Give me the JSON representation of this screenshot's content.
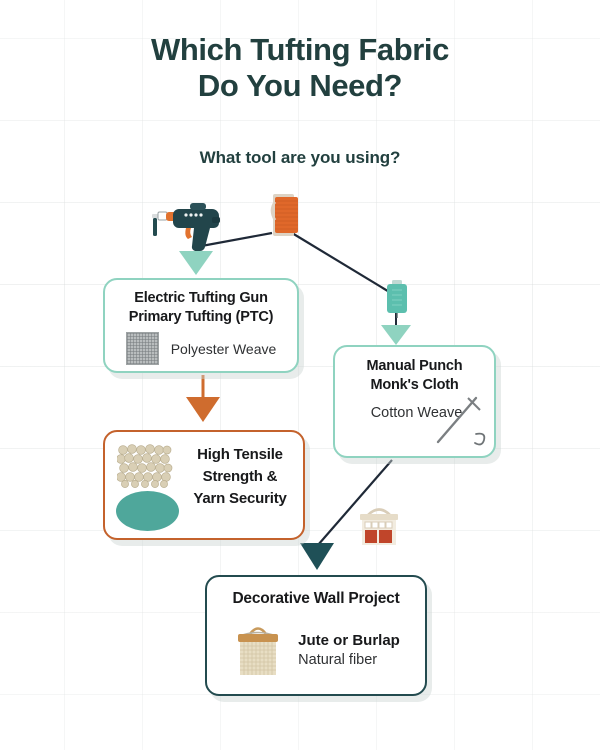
{
  "title": {
    "line1": "Which Tufting Fabric",
    "line2": "Do You Need?"
  },
  "subtitle": "What tool are you using?",
  "colors": {
    "heading": "#22403f",
    "mint_border": "#8fd3c0",
    "orange_border": "#c4622c",
    "dark_teal_border": "#234b4f",
    "orange_arrow": "#cf6c2e",
    "mint_arrow": "#8fd3c0",
    "dark_arrow": "#1f5057",
    "teal_ellipse": "#4fa79b",
    "background": "#ffffff"
  },
  "nodes": {
    "ptc": {
      "heading_line1": "Electric Tufting Gun",
      "heading_line2": "Primary Tufting (PTC)",
      "swatch_label": "Polyester Weave",
      "swatch_icon": "gray-weave-swatch-icon"
    },
    "monks": {
      "heading_line1": "Manual Punch",
      "heading_line2": "Monk's Cloth",
      "sub_label": "Cotton Weave",
      "icon": "needle-and-thread-icon"
    },
    "strength": {
      "heading_line1": "High Tensile",
      "heading_line2": "Strength &",
      "heading_line3": "Yarn Security",
      "icon_beads": "bead-cluster-icon",
      "icon_ellipse": "teal-ellipse-icon"
    },
    "wall": {
      "heading": "Decorative Wall Project",
      "label_primary": "Jute or Burlap",
      "label_secondary": "Natural fiber",
      "icon": "hanging-burlap-swatch-icon"
    }
  },
  "illustrations": {
    "gun": "electric-tufting-gun-icon",
    "spool_orange": "orange-yarn-spool-icon",
    "spool_teal": "teal-thread-spool-icon",
    "frame": "framed-wall-hanging-icon"
  },
  "connectors": [
    {
      "name": "gun-to-ptc",
      "arrow_color": "#8fd3c0"
    },
    {
      "name": "spool-to-monks",
      "arrow_color": "#8fd3c0"
    },
    {
      "name": "ptc-to-strength",
      "arrow_color": "#cf6c2e"
    },
    {
      "name": "monks-to-wall",
      "arrow_color": "#1f5057"
    }
  ]
}
